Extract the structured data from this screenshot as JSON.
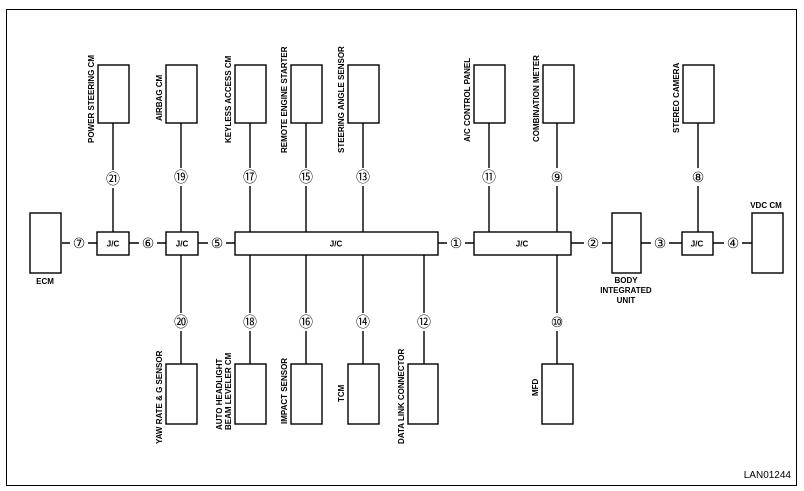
{
  "modules": {
    "ecm": "ECM",
    "vdc": "VDC CM",
    "body_integrated": [
      "BODY",
      "INTEGRATED",
      "UNIT"
    ],
    "power_steering": "POWER STEERING CM",
    "airbag": "AIRBAG CM",
    "keyless": "KEYLESS ACCESS CM",
    "remote_start": "REMOTE ENGINE STARTER",
    "steering_angle": "STEERING ANGLE SENSOR",
    "ac_panel": "A/C CONTROL PANEL",
    "combination_meter": "COMBINATION METER",
    "stereo_camera": "STEREO CAMERA",
    "yaw_rate": "YAW RATE & G SENSOR",
    "headlight": [
      "AUTO HEADLIGHT",
      "BEAM LEVELER CM"
    ],
    "impact_sensor": "IMPACT SENSOR",
    "tcm": "TCM",
    "data_link": "DATA LINK CONNECTOR",
    "mfd": "MFD"
  },
  "junctions": {
    "jc": "J/C"
  },
  "numbers": {
    "n1": "①",
    "n2": "②",
    "n3": "③",
    "n4": "④",
    "n5": "⑤",
    "n6": "⑥",
    "n7": "⑦",
    "n8": "⑧",
    "n9": "⑨",
    "n10": "⑩",
    "n11": "⑪",
    "n12": "⑫",
    "n13": "⑬",
    "n14": "⑭",
    "n15": "⑮",
    "n16": "⑯",
    "n17": "⑰",
    "n18": "⑱",
    "n19": "⑲",
    "n20": "⑳",
    "n21": "㉑"
  },
  "reference": "LAN01244"
}
